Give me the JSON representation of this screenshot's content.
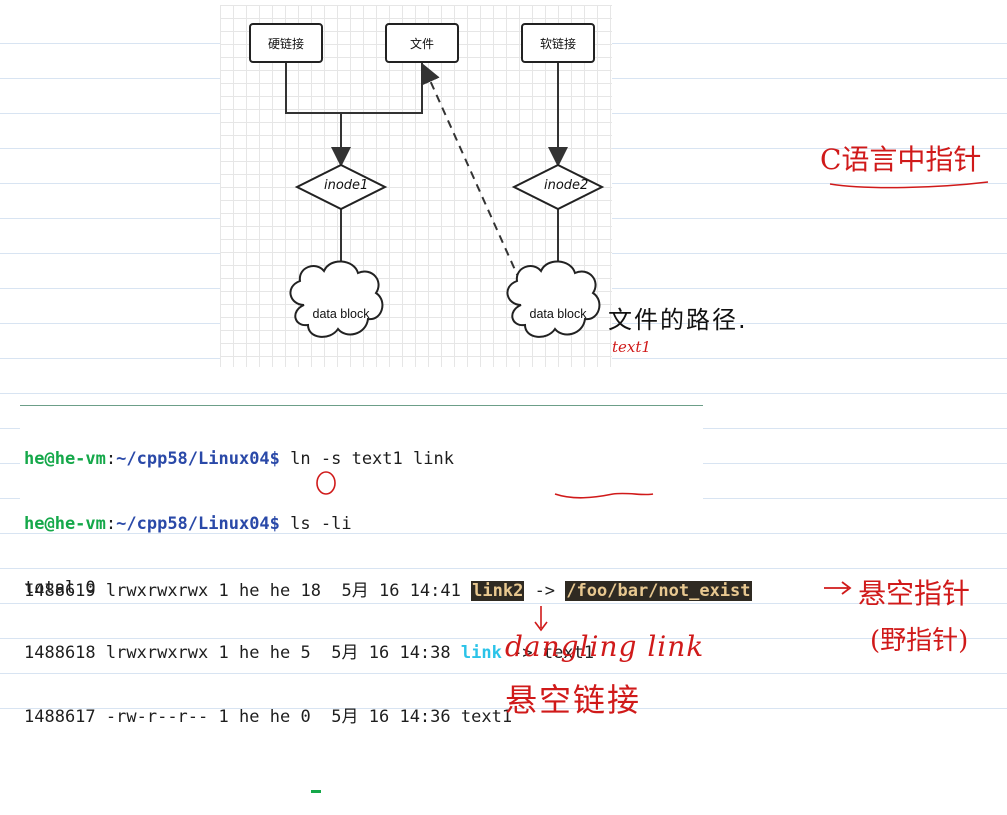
{
  "diagram": {
    "boxes": {
      "hard_link": "硬链接",
      "file": "文件",
      "soft_link": "软链接"
    },
    "inodes": {
      "left": "inode1",
      "right": "inode2"
    },
    "clouds": {
      "left": "data block",
      "right": "data block"
    },
    "path_note": "文件的路径.",
    "path_note_sub": "text1"
  },
  "notes": {
    "c_pointer": "C语言中指针",
    "dangling_pointer": "悬空指针",
    "wild_pointer": "(野指针)",
    "dangling_link_en": "dangling link",
    "dangling_link_cn": "悬空链接"
  },
  "terminal": {
    "prompt_user": "he@he-vm",
    "prompt_path": "~/cpp58/Linux04",
    "cmd1": "ln -s text1 link",
    "cmd2": "ls -li",
    "total": "total 0",
    "row1": {
      "inode": "1488618",
      "perm": "lrwxrwxrwx",
      "links": "1",
      "owner": "he",
      "group": "he",
      "size": "5",
      "month": "5月",
      "day": "16",
      "time": "14:38",
      "name": "link",
      "arrow": "->",
      "target": "text1"
    },
    "row2": {
      "inode": "1488617",
      "perm": "-rw-r--r--",
      "links": "1",
      "owner": "he",
      "group": "he",
      "size": "0",
      "month": "5月",
      "day": "16",
      "time": "14:36",
      "name": "text1"
    }
  },
  "dangling": {
    "inode": "1488619",
    "perm": "lrwxrwxrwx",
    "links": "1",
    "owner": "he",
    "group": "he",
    "size": "18",
    "month": "5月",
    "day": "16",
    "time": "14:41",
    "name": "link2",
    "arrow": "->",
    "target": "/foo/bar/not_exist"
  },
  "colors": {
    "prompt_user": "#15a84a",
    "prompt_path": "#2a49a8",
    "symlink_name": "#2bc3e8",
    "annotation_red": "#d01a1a",
    "highlight_bg": "#2f2a22",
    "highlight_fg": "#e8c890"
  }
}
